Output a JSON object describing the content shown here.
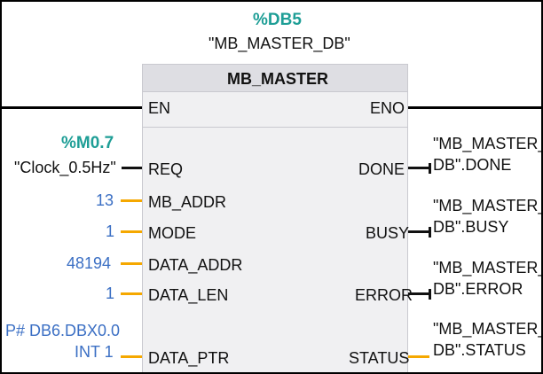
{
  "block": {
    "instance_address": "%DB5",
    "instance_name": "\"MB_MASTER_DB\"",
    "title": "MB_MASTER"
  },
  "pins": {
    "en": "EN",
    "eno": "ENO",
    "req": "REQ",
    "mb_addr": "MB_ADDR",
    "mode": "MODE",
    "data_addr": "DATA_ADDR",
    "data_len": "DATA_LEN",
    "data_ptr": "DATA_PTR",
    "done": "DONE",
    "busy": "BUSY",
    "error": "ERROR",
    "status": "STATUS"
  },
  "inputs": {
    "req_address": "%M0.7",
    "req_tag": "\"Clock_0.5Hz\"",
    "mb_addr_value": "13",
    "mode_value": "1",
    "data_addr_value": "48194",
    "data_len_value": "1",
    "data_ptr_line1": "P# DB6.DBX0.0",
    "data_ptr_line2": "INT 1"
  },
  "outputs": {
    "done_line1": "\"MB_MASTER_",
    "done_line2": "DB\".DONE",
    "busy_line1": "\"MB_MASTER_",
    "busy_line2": "DB\".BUSY",
    "error_line1": "\"MB_MASTER_",
    "error_line2": "DB\".ERROR",
    "status_line1": "\"MB_MASTER_",
    "status_line2": "DB\".STATUS"
  },
  "colors": {
    "db_address": "#1e9e96",
    "constant": "#3b6fc4",
    "wire_orange": "#f5a800",
    "block_fill": "#f0f0f2",
    "block_header": "#dedee3"
  }
}
